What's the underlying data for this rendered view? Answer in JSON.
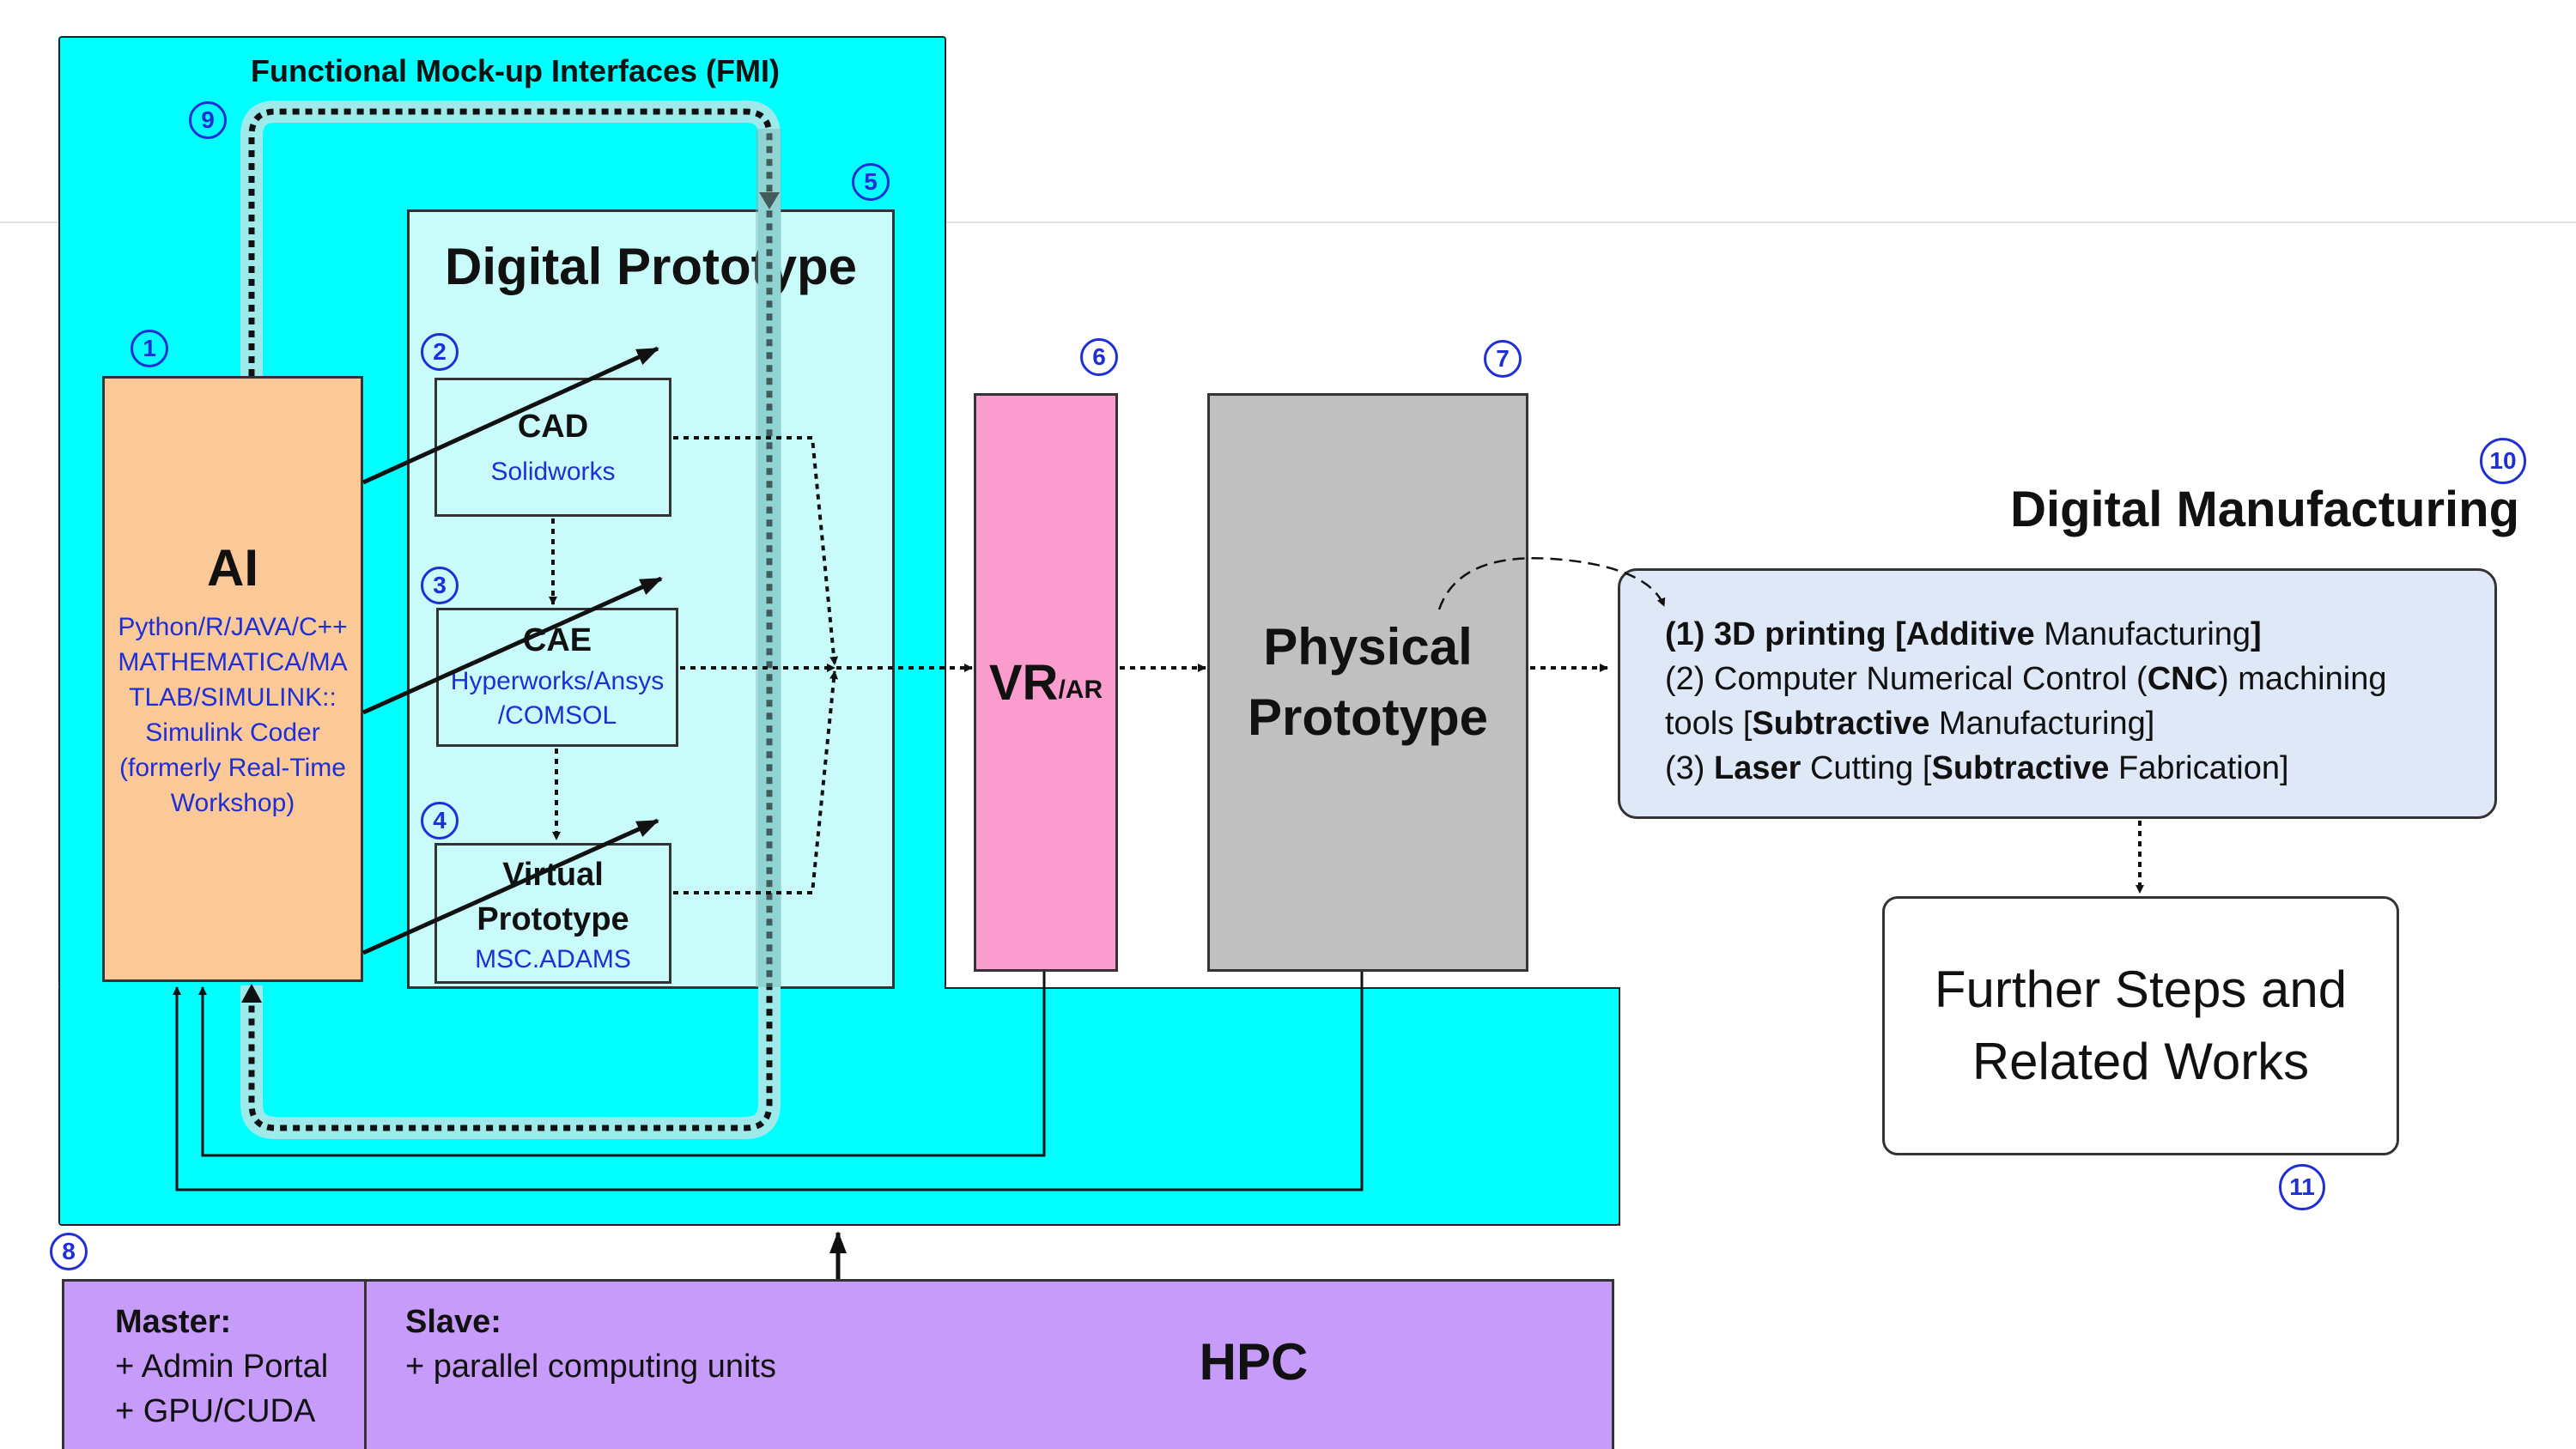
{
  "fmi": {
    "title": "Functional Mock-up Interfaces (FMI)"
  },
  "digital_prototype": {
    "title": "Digital Prototype"
  },
  "ai": {
    "title": "AI",
    "lines": [
      "Python/R/JAVA/C++",
      "MATHEMATICA/MA",
      "TLAB/SIMULINK::",
      "Simulink Coder",
      "(formerly Real-Time",
      "Workshop)"
    ]
  },
  "cad": {
    "title": "CAD",
    "tool": "Solidworks"
  },
  "cae": {
    "title": "CAE",
    "tool_lines": [
      "Hyperworks/Ansys",
      "/COMSOL"
    ]
  },
  "virtual_prototype": {
    "title_lines": [
      "Virtual",
      "Prototype"
    ],
    "tool": "MSC.ADAMS"
  },
  "vr": {
    "main": "VR",
    "sub": "/AR"
  },
  "physical_prototype": {
    "title_lines": [
      "Physical",
      "Prototype"
    ]
  },
  "digital_manufacturing": {
    "title": "Digital Manufacturing",
    "item1": {
      "num": "(1) ",
      "a": "3D printing [",
      "b": "Additive",
      "c": " Manufacturing",
      "d": "]"
    },
    "item2": {
      "a": "(2) Computer Numerical Control (",
      "b": "CNC",
      "c": ")  machining",
      "d": "tools [",
      "e": "Subtractive",
      "f": " Manufacturing]"
    },
    "item3": {
      "a": "(3) ",
      "b": "Laser",
      "c": " Cutting [",
      "d": "Subtractive",
      "e": " Fabrication]"
    }
  },
  "further": {
    "lines": [
      "Further Steps and",
      "Related Works"
    ]
  },
  "hpc": {
    "label": "HPC",
    "master": {
      "title": "Master:",
      "items": [
        "+ Admin Portal",
        "+ GPU/CUDA"
      ]
    },
    "slave": {
      "title": "Slave:",
      "items": [
        "+ parallel computing units"
      ]
    }
  },
  "markers": [
    "1",
    "2",
    "3",
    "4",
    "5",
    "6",
    "7",
    "8",
    "9",
    "10",
    "11"
  ],
  "colors": {
    "cyan_region": "#00ffff",
    "digital_prototype_fill": "#c9fbfb",
    "ai_fill": "#fbc898",
    "vr_fill": "#fb9ccf",
    "physical_fill": "#c0c0c0",
    "manufacturing_fill": "#dfe8f7",
    "hpc_fill": "#c79bf9",
    "marker_blue": "#1e2fd6"
  }
}
